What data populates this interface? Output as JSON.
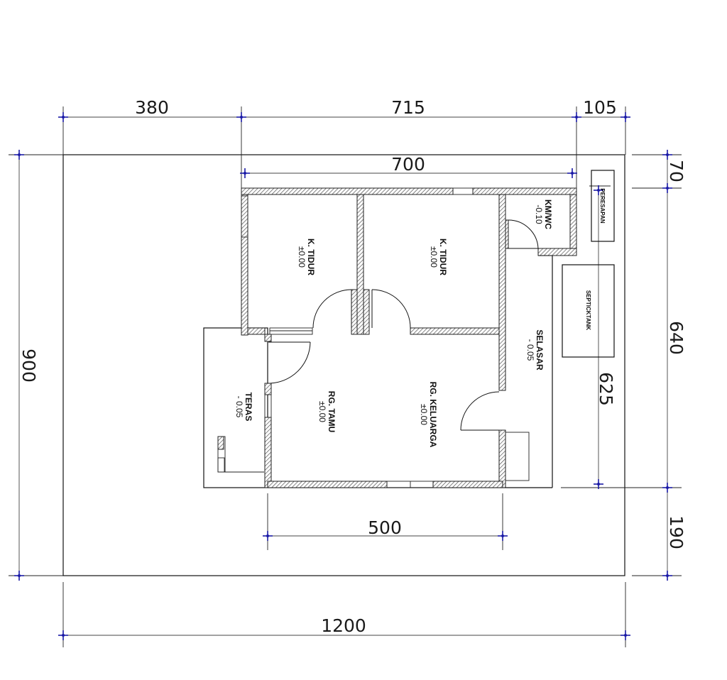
{
  "dimensions": {
    "top_left": "380",
    "top_middle": "715",
    "top_right": "105",
    "inner_top": "700",
    "left_total": "900",
    "bottom_total": "1200",
    "bottom_inner": "500",
    "right_top": "70",
    "right_middle": "640",
    "right_inner": "625",
    "right_bottom": "190"
  },
  "rooms": {
    "bedroom_1": {
      "name": "K. TIDUR",
      "level": "±0.00"
    },
    "bedroom_2": {
      "name": "K. TIDUR",
      "level": "±0.00"
    },
    "bathroom": {
      "name": "KM/WC",
      "level": "-0.10"
    },
    "living_room": {
      "name": "RG. TAMU",
      "level": "±0.00"
    },
    "family_room": {
      "name": "RG. KELUARGA",
      "level": "±0.00"
    },
    "terrace": {
      "name": "TERAS",
      "level": "- 0.05"
    },
    "side_corridor": {
      "name": "SELASAR",
      "level": "- 0.05"
    }
  },
  "fixtures": {
    "infiltration_well": "PERESAPAN",
    "septic_tank": "SEPTICKTANK"
  },
  "colors": {
    "marker": "#1a1aa6",
    "line": "#111111"
  }
}
